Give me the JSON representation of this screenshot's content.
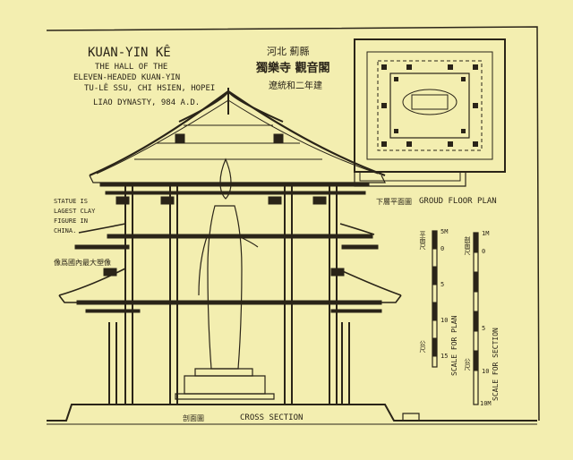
{
  "title": {
    "main": "KUAN-YIN KÊ",
    "line2": "THE HALL OF THE",
    "line3": "ELEVEN-HEADED KUAN-YIN",
    "line4": "TU-LÊ SSU, CHI HSIEN, HOPEI",
    "line5": "LIAO DYNASTY, 984 A.D."
  },
  "chinese_title": {
    "line1": "河北  薊縣",
    "line2": "獨樂寺  觀音閣",
    "line3": "遼統和二年建"
  },
  "annotation_statue": {
    "line1": "STATUE IS",
    "line2": "LAGEST CLAY",
    "line3": "FIGURE IN",
    "line4": "CHINA.",
    "chinese": "像爲國內最大塑像"
  },
  "labels": {
    "ground_plan_cn": "下層平面圖",
    "ground_plan": "GROUD FLOOR PLAN",
    "section_cn": "剖面圖",
    "section": "CROSS SECTION"
  },
  "scales": {
    "plan": {
      "label": "SCALE FOR PLAN",
      "cn": "平面尺",
      "cn_bottom": "公尺",
      "ticks": [
        "5M",
        "0",
        "5",
        "10",
        "15"
      ]
    },
    "section": {
      "label": "SCALE FOR SECTION",
      "cn": "剖面尺",
      "cn_bottom": "公尺",
      "ticks": [
        "1M",
        "0",
        "5",
        "10"
      ],
      "end": "10M"
    }
  },
  "colors": {
    "paper": "#f3eeb0",
    "ink": "#2a2418"
  }
}
